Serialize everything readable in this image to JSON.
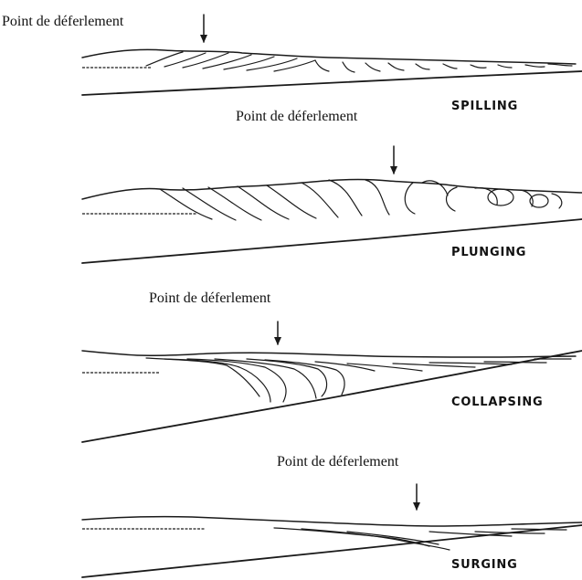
{
  "panels": [
    {
      "caption": "Point de déferlement",
      "type": "SPILLING"
    },
    {
      "caption": "Point de déferlement",
      "type": "PLUNGING"
    },
    {
      "caption": "Point de déferlement",
      "type": "COLLAPSING"
    },
    {
      "caption": "Point de déferlement",
      "type": "SURGING"
    }
  ]
}
